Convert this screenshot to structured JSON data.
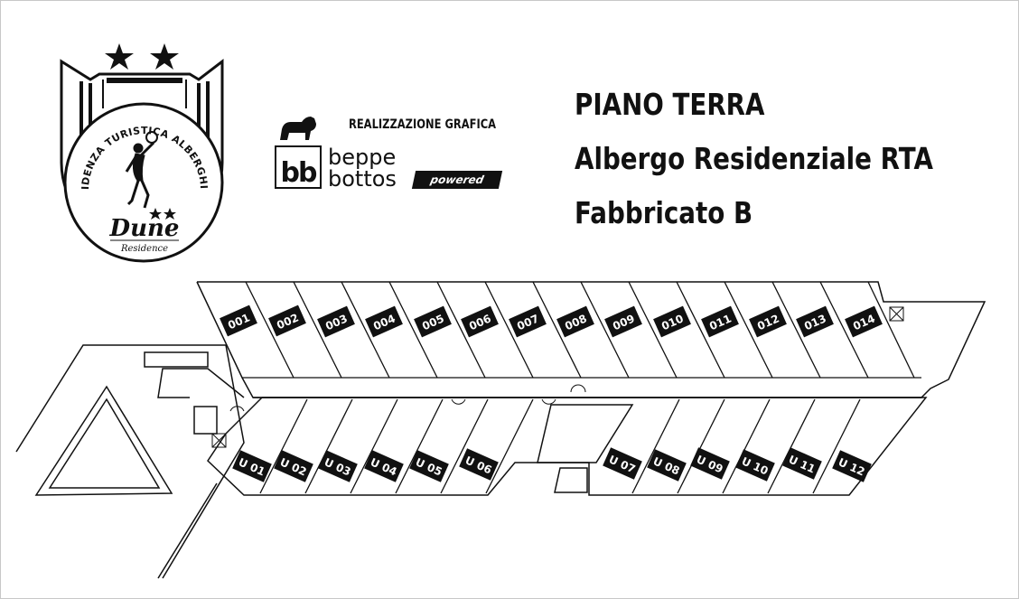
{
  "logo": {
    "arc_text": "RESIDENZA TURISTICA ALBERGHIERA",
    "brand_name": "Dune",
    "brand_subtitle": "Residence"
  },
  "credit": {
    "heading": "REALIZZAZIONE GRAFICA",
    "monogram": "bb",
    "name_line1": "beppe",
    "name_line2": "bottos",
    "badge": "powered"
  },
  "titles": {
    "line1": "PIANO TERRA",
    "line2": "Albergo Residenziale RTA",
    "line3": "Fabbricato B"
  },
  "floorplan": {
    "top_units": [
      "001",
      "002",
      "003",
      "004",
      "005",
      "006",
      "007",
      "008",
      "009",
      "010",
      "011",
      "012",
      "013",
      "014"
    ],
    "bottom_left_units": [
      "U 01",
      "U 02",
      "U 03",
      "U 04",
      "U 05",
      "U 06"
    ],
    "bottom_right_units": [
      "U 07",
      "U 08",
      "U 09",
      "U 10",
      "U 11",
      "U 12"
    ]
  },
  "colors": {
    "ink": "#111111",
    "background": "#ffffff",
    "label_text": "#ffffff"
  }
}
